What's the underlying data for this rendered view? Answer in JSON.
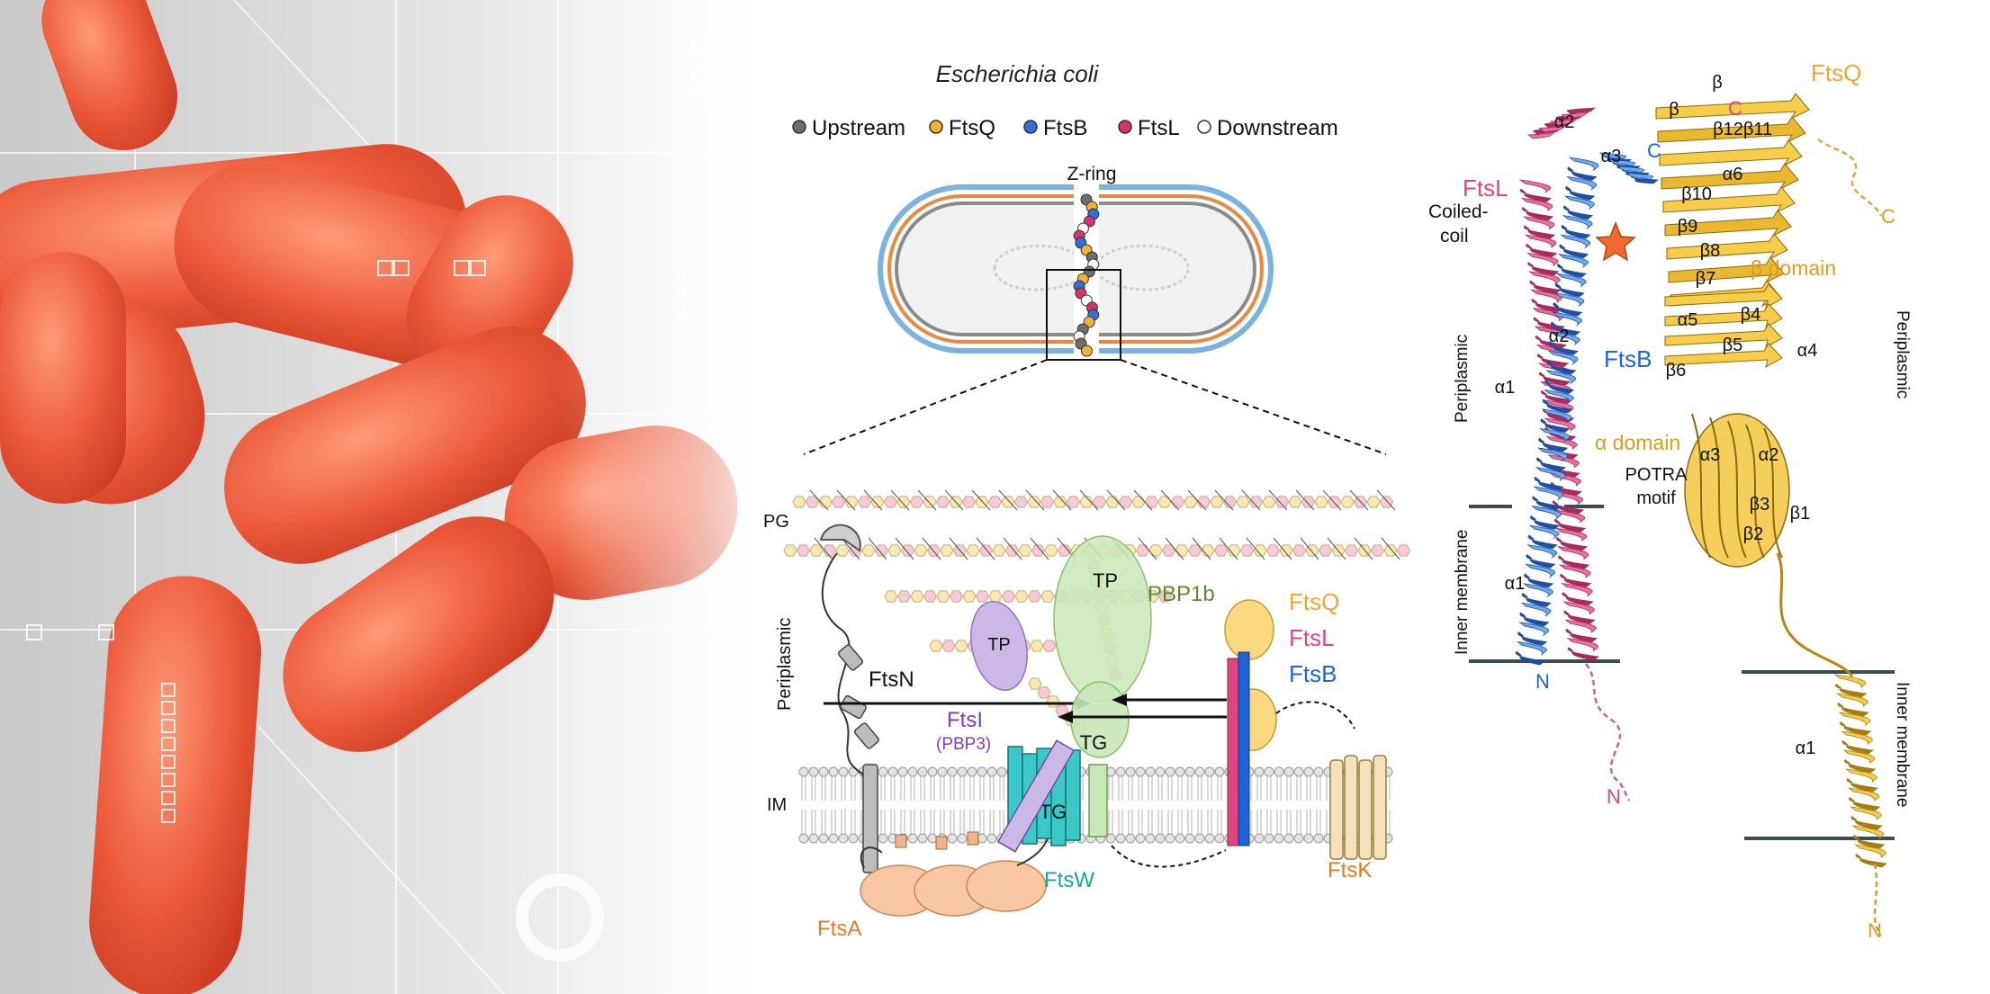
{
  "header": {
    "title": "Escherichia coli",
    "legend": [
      {
        "label": "Upstream",
        "color": "#6e6e6e"
      },
      {
        "label": "FtsQ",
        "color": "#f2b232"
      },
      {
        "label": "FtsB",
        "color": "#2e6fd8"
      },
      {
        "label": "FtsL",
        "color": "#d8336f"
      },
      {
        "label": "Downstream",
        "color": "#ffffff"
      }
    ]
  },
  "cell": {
    "zring_label": "Z-ring"
  },
  "membrane_model": {
    "pg_label": "PG",
    "periplasmic_label": "Periplasmic",
    "im_label": "IM",
    "ftsn_label": "FtsN",
    "ftsi_label": "FtsI",
    "pbp3_label": "(PBP3)",
    "tp_small_label": "TP",
    "tp_large_label": "TP",
    "tg_upper_label": "TG",
    "tg_lower_label": "TG",
    "pbp1b_label": "PBP1b",
    "ftsq_label": "FtsQ",
    "ftsl_label": "FtsL",
    "ftsb_label": "FtsB",
    "ftsa_label": "FtsA",
    "ftsw_label": "FtsW",
    "ftsk_label": "FtsK",
    "colors": {
      "ftsq": "#f2a531",
      "ftsl": "#e0457f",
      "ftsb": "#1f63d6",
      "pbp1b": "#5c8a2f",
      "ftsi": "#7b3fbf",
      "ftsw": "#1aa3a3",
      "ftsa": "#e47b2a",
      "ftsk": "#e07a1e"
    }
  },
  "structure": {
    "ftsl_label": "FtsL",
    "ftsb_label": "FtsB",
    "ftsq_label": "FtsQ",
    "coiled_coil_label": "Coiled-\ncoil",
    "periplasmic_left": "Periplasmic",
    "periplasmic_right": "Periplasmic",
    "inner_membrane_left": "Inner membrane",
    "inner_membrane_right": "Inner membrane",
    "beta_domain_label": "β domain",
    "alpha_domain_label": "α domain",
    "potra_label": "POTRA\nmotif",
    "c_label_pink": "C",
    "c_label_blue": "C",
    "c_label_q": "C",
    "n_label_blue": "N",
    "n_label_pink": "N",
    "n_label_q": "N",
    "greek": [
      "α2",
      "α3",
      "β",
      "β",
      "β12",
      "β11",
      "α6",
      "β10",
      "β9",
      "β8",
      "β7",
      "α5",
      "β4",
      "β5",
      "β6",
      "α4",
      "α2",
      "α1",
      "α3",
      "α2",
      "β3",
      "β1",
      "β2",
      "α1",
      "α1"
    ]
  }
}
